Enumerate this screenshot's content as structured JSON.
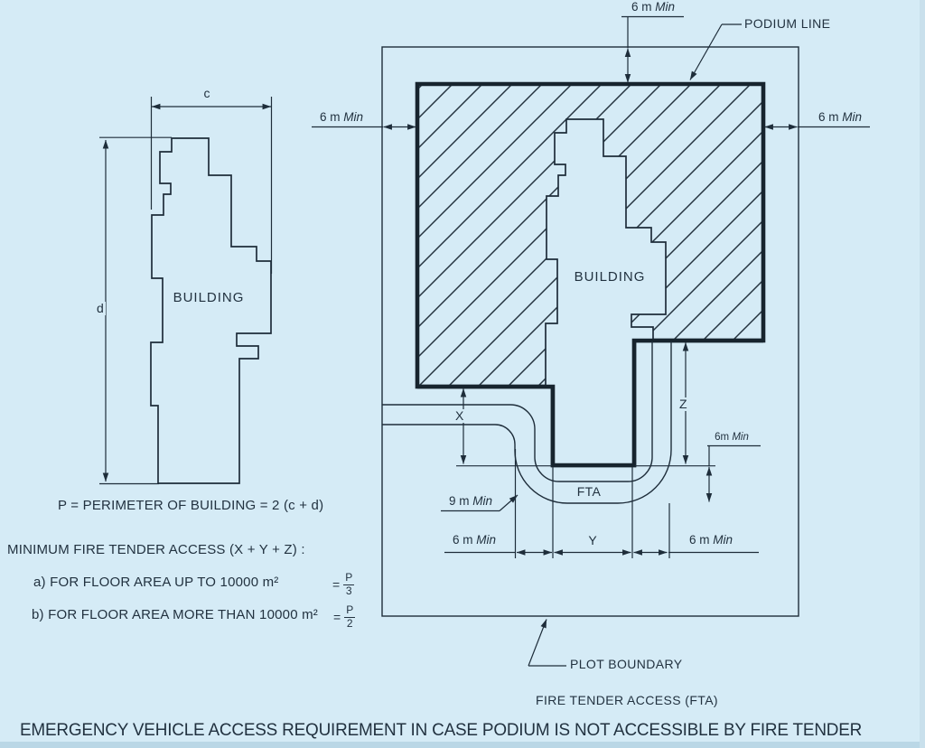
{
  "caption": "EMERGENCY VEHICLE ACCESS REQUIREMENT IN CASE PODIUM IS NOT ACCESSIBLE BY FIRE TENDER",
  "footer_label": "FIRE TENDER ACCESS (FTA)",
  "colors": {
    "background": "#d5ebf6",
    "line": "#1e2d3a",
    "text": "#223240",
    "bottom_strip": "#bad7e6"
  },
  "left_figure": {
    "building_label": "BUILDING",
    "dim_c": "c",
    "dim_d": "d",
    "perimeter_formula": "P = PERIMETER OF BUILDING = 2 (c + d)"
  },
  "right_figure": {
    "building_label": "BUILDING",
    "podium_line_label": "PODIUM LINE",
    "plot_boundary_label": "PLOT BOUNDARY",
    "fta_road_label": "FTA",
    "dim_x": "X",
    "dim_y": "Y",
    "dim_z": "Z",
    "dims": {
      "top": {
        "q": "6 m",
        "min": "Min"
      },
      "left": {
        "q": "6 m",
        "min": "Min"
      },
      "right": {
        "q": "6 m",
        "min": "Min"
      },
      "inner": {
        "q": "6m",
        "min": "Min"
      },
      "radius": {
        "q": "9 m",
        "min": "Min"
      },
      "bottom_left": {
        "q": "6 m",
        "min": "Min"
      },
      "bottom_right": {
        "q": "6 m",
        "min": "Min"
      }
    }
  },
  "notes": {
    "min_access_heading": "MINIMUM FIRE TENDER ACCESS (X + Y + Z) :",
    "item_a_text": "a) FOR FLOOR AREA UP TO 10000 m²",
    "item_a_eq": "=",
    "item_a_num": "P",
    "item_a_den": "3",
    "item_b_text": "b)  FOR FLOOR AREA MORE THAN 10000 m²",
    "item_b_eq": "=",
    "item_b_num": "P",
    "item_b_den": "2"
  }
}
